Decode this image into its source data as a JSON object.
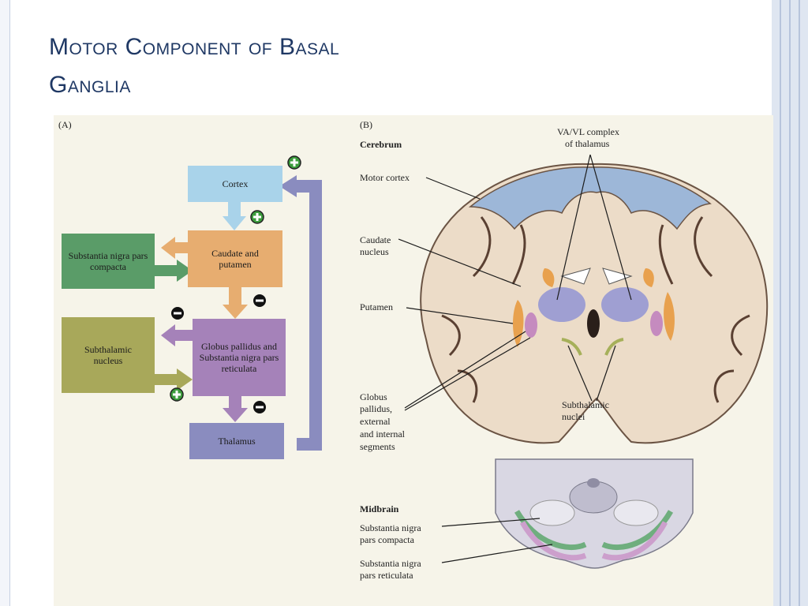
{
  "slide": {
    "title_line1": "Motor Component of Basal",
    "title_line2": "Ganglia"
  },
  "panel_a": {
    "label": "(A)",
    "boxes": {
      "cortex": "Cortex",
      "caudate": "Caudate and putamen",
      "sn_compacta": "Substantia nigra pars compacta",
      "globus": "Globus pallidus and Substantia nigra pars reticulata",
      "subthalamic": "Subthalamic nucleus",
      "thalamus": "Thalamus"
    },
    "signs": {
      "plus": "+",
      "minus": "−"
    },
    "colors": {
      "cortex": "#a9d3ea",
      "caudate": "#e7ad70",
      "sn_compacta": "#5a9c68",
      "globus": "#a582b9",
      "subthalamic": "#a8a85a",
      "thalamus": "#8a8cbf"
    }
  },
  "panel_b": {
    "label": "(B)",
    "cerebrum": "Cerebrum",
    "motor_cortex": "Motor cortex",
    "va_vl_1": "VA/VL complex",
    "va_vl_2": "of thalamus",
    "caudate_1": "Caudate",
    "caudate_2": "nucleus",
    "putamen": "Putamen",
    "globus_1": "Globus",
    "globus_2": "pallidus,",
    "globus_3": "external",
    "globus_4": "and internal",
    "globus_5": "segments",
    "subthalamic_1": "Subthalamic",
    "subthalamic_2": "nuclei",
    "midbrain": "Midbrain",
    "snc_1": "Substantia nigra",
    "snc_2": "pars compacta",
    "snr_1": "Substantia nigra",
    "snr_2": "pars reticulata"
  }
}
